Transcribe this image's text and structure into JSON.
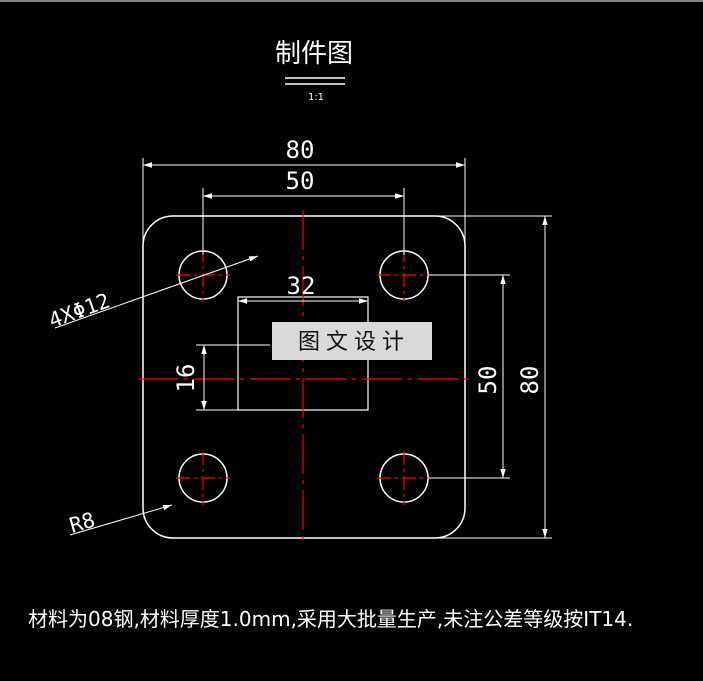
{
  "drawing": {
    "title": "制件图",
    "scale": "1:1",
    "dims": {
      "overall_width": "80",
      "hole_spacing_x": "50",
      "slot_width": "32",
      "slot_height": "16",
      "hole_spacing_y": "50",
      "overall_height": "80",
      "holes": "4XΦ12",
      "corner_radius": "R8"
    },
    "watermark": "图文设计",
    "note": "材料为08钢,材料厚度1.0mm,采用大批量生产,未注公差等级按IT14."
  },
  "colors": {
    "background": "#000000",
    "lines": "#ffffff",
    "centerlines": "#ff0000"
  }
}
